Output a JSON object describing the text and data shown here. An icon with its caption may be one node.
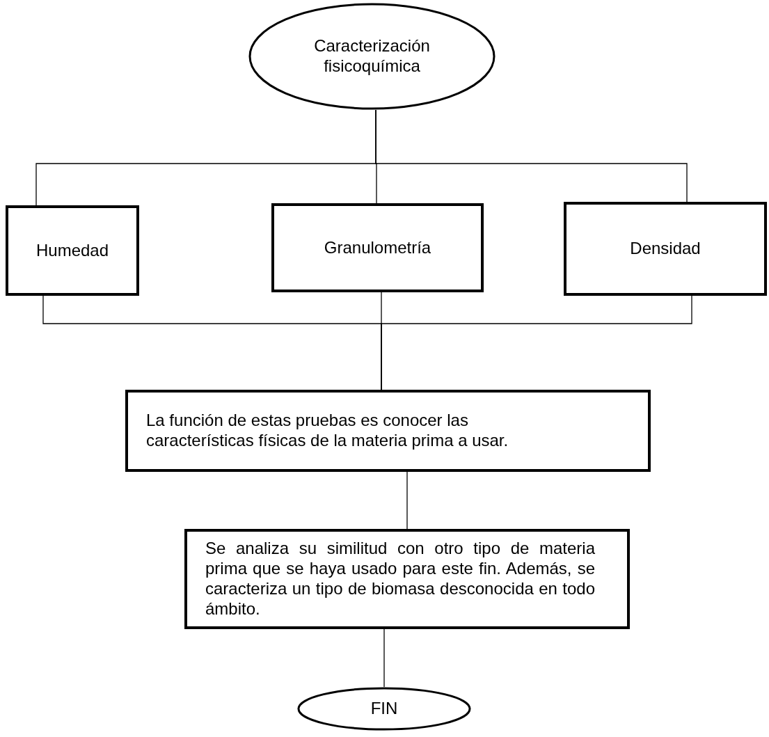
{
  "diagram": {
    "nodes": [
      {
        "text": [
          "Caracterización fisicoquímica"
        ]
      },
      {
        "text": [
          "Humedad"
        ]
      },
      {
        "text": [
          "Granulometría"
        ]
      },
      {
        "text": [
          "Densidad"
        ]
      },
      {
        "text": [
          "La función de estas pruebas es conocer las características físicas de la materia prima a usar."
        ]
      },
      {
        "text": [
          "Se analiza su similitud con otro tipo de materia prima que se haya usado para este fin. Además, se caracteriza un tipo de biomasa desconocida en todo ámbito."
        ]
      },
      {
        "text": [
          "FIN"
        ]
      }
    ],
    "edges": [
      {
        "from": 0,
        "to": 1,
        "arrow": "none"
      },
      {
        "from": 0,
        "to": 2,
        "arrow": "none"
      },
      {
        "from": 0,
        "to": 3,
        "arrow": "none"
      },
      {
        "from": 1,
        "to": 4,
        "arrow": "none"
      },
      {
        "from": 2,
        "to": 4,
        "arrow": "none"
      },
      {
        "from": 3,
        "to": 4,
        "arrow": "none"
      },
      {
        "from": 4,
        "to": 5,
        "arrow": "none"
      },
      {
        "from": 5,
        "to": 6,
        "arrow": "none"
      }
    ]
  }
}
